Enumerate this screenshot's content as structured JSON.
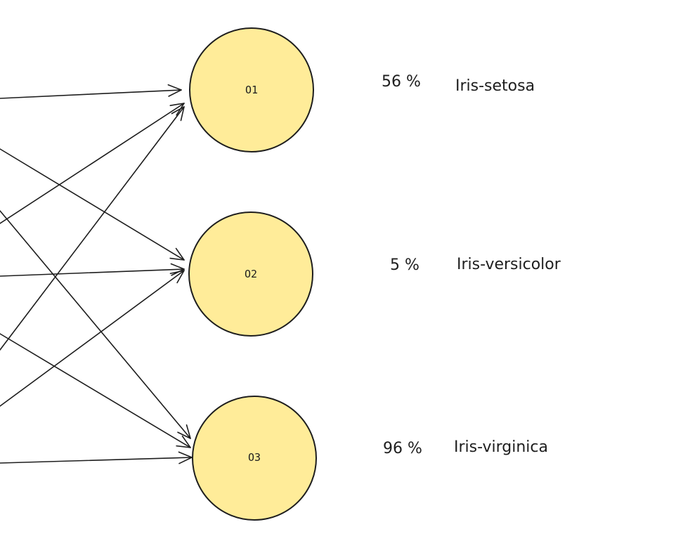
{
  "nodes": [
    {
      "label": "O1",
      "percentage": "56 %",
      "class_name": "Iris-setosa"
    },
    {
      "label": "O2",
      "percentage": "5 %",
      "class_name": "Iris-versicolor"
    },
    {
      "label": "O3",
      "percentage": "96 %",
      "class_name": "Iris-virginica"
    }
  ],
  "colors": {
    "node_fill": "#ffec99",
    "stroke": "#1e1e1e",
    "background": "#ffffff"
  }
}
